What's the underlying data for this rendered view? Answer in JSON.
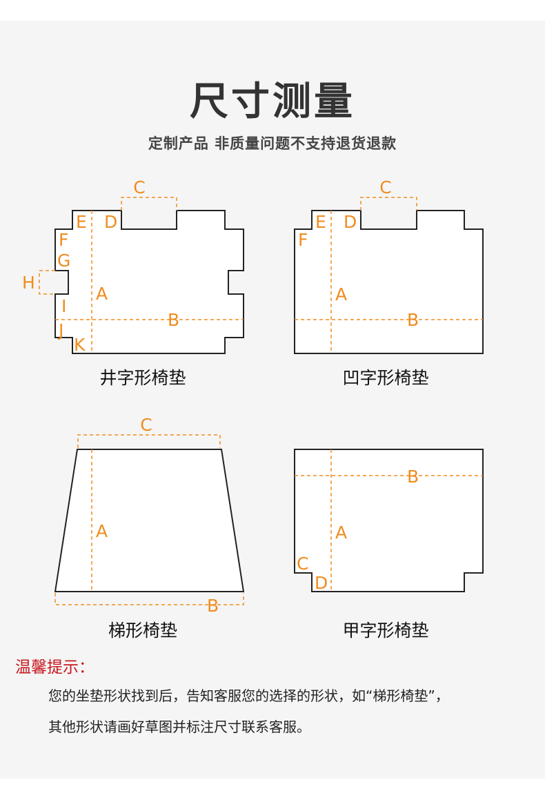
{
  "header": {
    "title": "尺寸测量",
    "subtitle": "定制产品 非质量问题不支持退货退款"
  },
  "diagrams": {
    "jing": {
      "caption": "井字形椅垫",
      "labels": {
        "A": "A",
        "B": "B",
        "C": "C",
        "D": "D",
        "E": "E",
        "F": "F",
        "G": "G",
        "H": "H",
        "I": "I",
        "J": "J",
        "K": "K"
      }
    },
    "ao": {
      "caption": "凹字形椅垫",
      "labels": {
        "A": "A",
        "B": "B",
        "C": "C",
        "D": "D",
        "E": "E",
        "F": "F"
      }
    },
    "ti": {
      "caption": "梯形椅垫",
      "labels": {
        "A": "A",
        "B": "B",
        "C": "C"
      }
    },
    "jia": {
      "caption": "甲字形椅垫",
      "labels": {
        "A": "A",
        "B": "B",
        "C": "C",
        "D": "D"
      }
    }
  },
  "tips": {
    "title": "温馨提示：",
    "line1": "您的坐垫形状找到后，告知客服您的选择的形状，如“梯形椅垫”，",
    "line2": "其他形状请画好草图并标注尺寸联系客服。"
  },
  "colors": {
    "accent": "#f08c1e",
    "outline": "#222222",
    "tip_title": "#c8161d",
    "background": "#f5f5f5"
  }
}
